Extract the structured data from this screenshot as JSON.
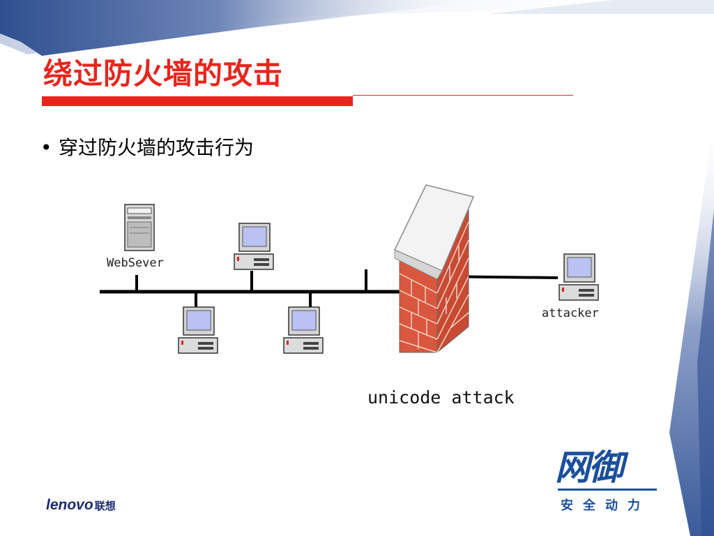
{
  "slide": {
    "title": "绕过防火墙的攻击",
    "bullet": "穿过防火墙的攻击行为"
  },
  "diagram": {
    "webserver_label": "WebSever",
    "attacker_label": "attacker",
    "caption": "unicode attack",
    "nodes": [
      "webserver",
      "workstation",
      "workstation",
      "workstation",
      "firewall",
      "attacker"
    ]
  },
  "footer": {
    "lenovo_logo": "lenovo",
    "lenovo_cn": "联想",
    "brand_name": "网御",
    "brand_slogan": "安全动力"
  },
  "colors": {
    "accent_red": "#e8251d",
    "brand_blue": "#1b4f9c",
    "brick": "#d9573e",
    "decor_blue": "#3b5b9a"
  }
}
